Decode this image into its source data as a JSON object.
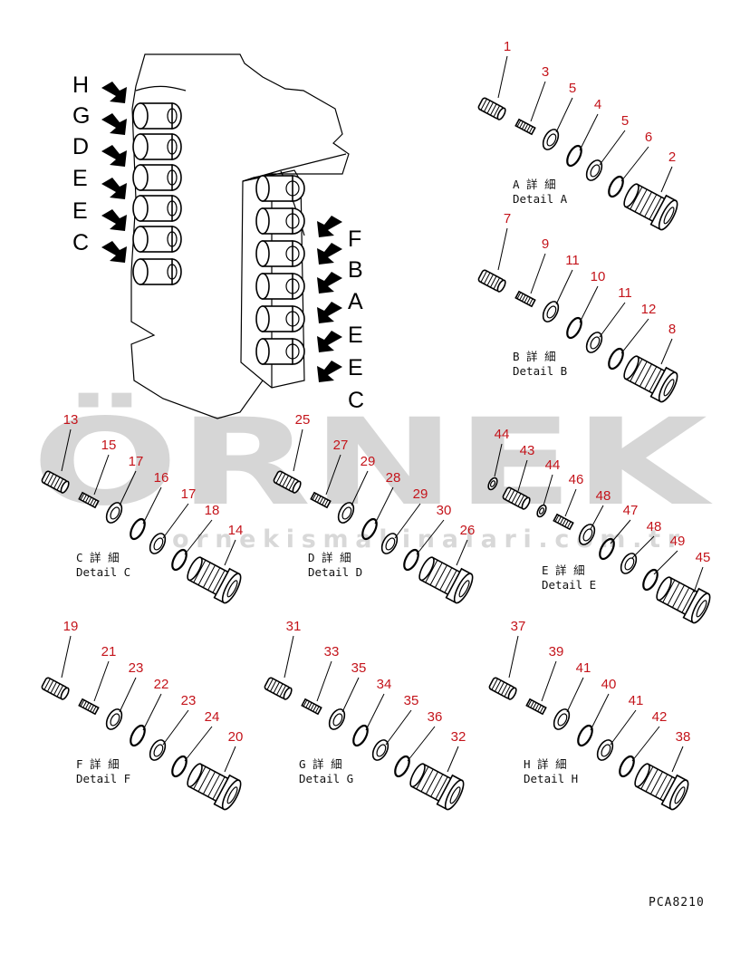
{
  "watermark": {
    "brand": "ÖRNEK",
    "url": "ornekismakinalari.com.tr",
    "brand_color": "#d6d6d6",
    "accent_color": "#f1cf7e"
  },
  "figure_code": "PCA8210",
  "left_letters": [
    "H",
    "G",
    "D",
    "E",
    "E",
    "C"
  ],
  "right_letters": [
    "F",
    "B",
    "A",
    "E",
    "E",
    "C"
  ],
  "details": [
    {
      "id": "A",
      "jp": "A 詳 細",
      "en": "Detail A",
      "numbers": [
        "1",
        "3",
        "5",
        "4",
        "5",
        "6",
        "2"
      ]
    },
    {
      "id": "B",
      "jp": "B 詳 細",
      "en": "Detail B",
      "numbers": [
        "7",
        "9",
        "11",
        "10",
        "11",
        "12",
        "8"
      ]
    },
    {
      "id": "C",
      "jp": "C 詳 細",
      "en": "Detail C",
      "numbers": [
        "13",
        "15",
        "17",
        "16",
        "17",
        "18",
        "14"
      ]
    },
    {
      "id": "D",
      "jp": "D 詳 細",
      "en": "Detail D",
      "numbers": [
        "25",
        "27",
        "29",
        "28",
        "29",
        "30",
        "26"
      ]
    },
    {
      "id": "E",
      "jp": "E 詳 細",
      "en": "Detail E",
      "numbers": [
        "44",
        "43",
        "44",
        "46",
        "48",
        "47",
        "48",
        "49",
        "45"
      ]
    },
    {
      "id": "F",
      "jp": "F 詳 細",
      "en": "Detail F",
      "numbers": [
        "19",
        "21",
        "23",
        "22",
        "23",
        "24",
        "20"
      ]
    },
    {
      "id": "G",
      "jp": "G 詳 細",
      "en": "Detail G",
      "numbers": [
        "31",
        "33",
        "35",
        "34",
        "35",
        "36",
        "32"
      ]
    },
    {
      "id": "H",
      "jp": "H 詳 細",
      "en": "Detail H",
      "numbers": [
        "37",
        "39",
        "41",
        "40",
        "41",
        "42",
        "38"
      ]
    }
  ]
}
